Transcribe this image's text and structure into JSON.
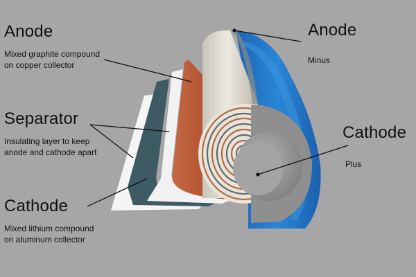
{
  "labels": {
    "left_anode_title": "Anode",
    "left_anode_desc": "Mixed graphite compound\non copper collector",
    "separator_title": "Separator",
    "separator_desc": "Insulating layer to keep\nanode and cathode apart",
    "left_cathode_title": "Cathode",
    "left_cathode_desc": "Mixed lithium compound\non aluminum collector",
    "right_anode_title": "Anode",
    "right_anode_desc": "Minus",
    "right_cathode_title": "Cathode",
    "right_cathode_desc": "Plus"
  },
  "colors": {
    "background": "#a6a6a6",
    "anode_layer": "#b5512f",
    "cathode_layer": "#3e5a63",
    "separator_layer": "#f4f4f4",
    "casing": "#1f73c4",
    "core_metal": "#d9d4c8",
    "end_cap": "#9a9a9a"
  }
}
